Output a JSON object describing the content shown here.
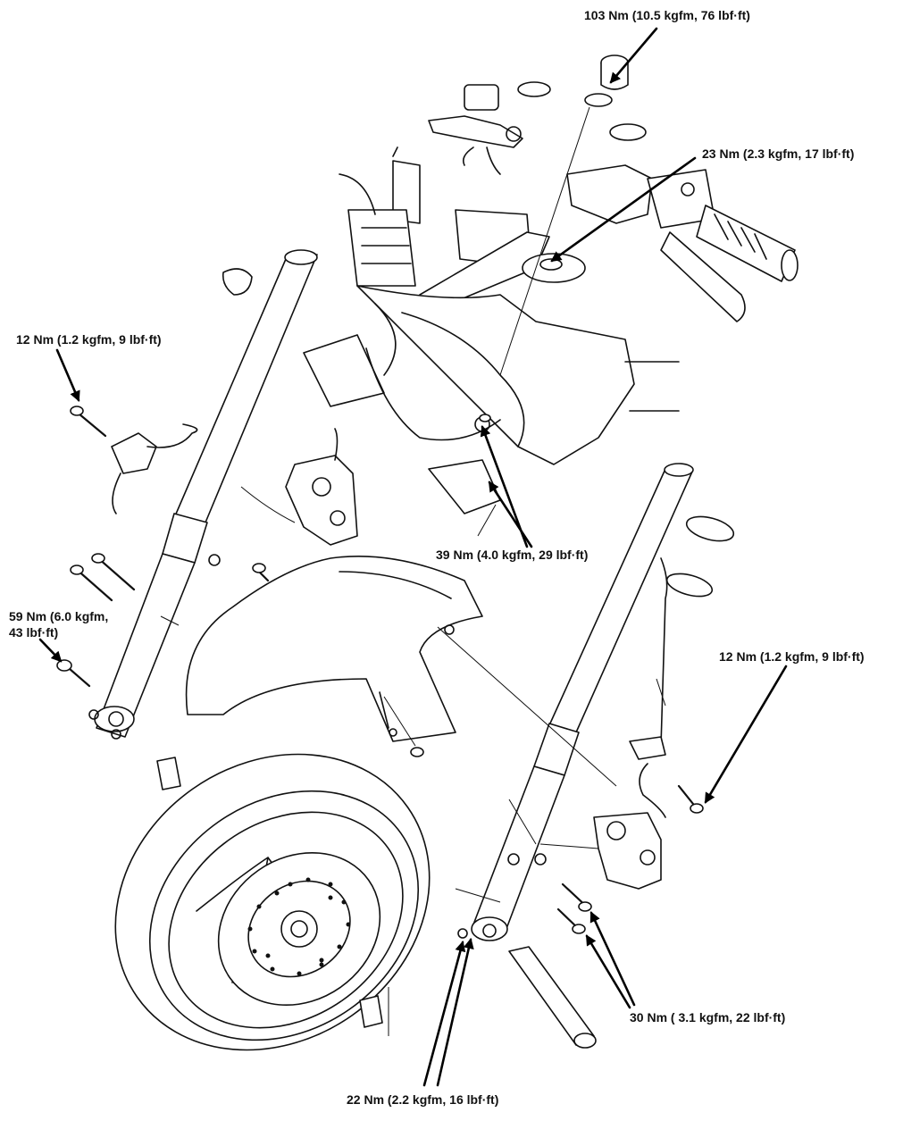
{
  "callouts": {
    "steering_stem_nut": "103 Nm  (10.5 kgfm, 76 lbf·ft)",
    "handlebar_bolt": "23 Nm  (2.3 kgfm, 17 lbf·ft)",
    "left_brake_hose_bolt": "12 Nm  (1.2 kgfm, 9 lbf·ft)",
    "fork_pinch_bolt_upper": "39 Nm  (4.0 kgfm, 29 lbf·ft)",
    "front_axle_line1": "59 Nm  (6.0 kgfm,",
    "front_axle_line2": "43 lbf·ft)",
    "right_brake_hose_bolt": "12 Nm  (1.2 kgfm, 9 lbf·ft)",
    "caliper_mounting_bolt": "30 Nm  ( 3.1 kgfm, 22 lbf·ft)",
    "axle_pinch_bolt": "22 Nm  (2.2 kgfm, 16 lbf·ft)"
  }
}
